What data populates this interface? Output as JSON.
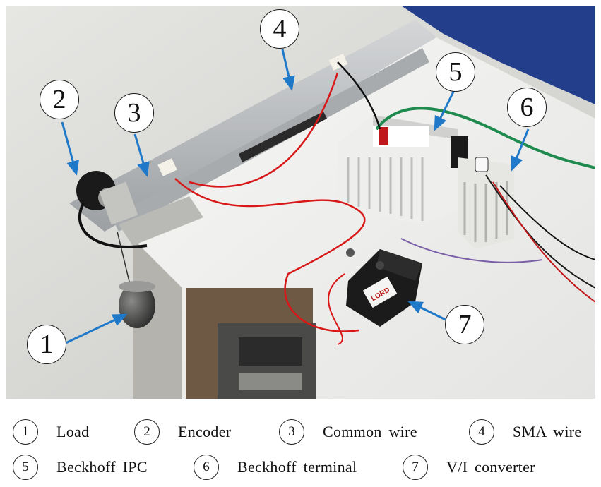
{
  "callouts": [
    {
      "num": "1"
    },
    {
      "num": "2"
    },
    {
      "num": "3"
    },
    {
      "num": "4"
    },
    {
      "num": "5"
    },
    {
      "num": "6"
    },
    {
      "num": "7"
    }
  ],
  "legend": [
    {
      "num": "1",
      "label": "Load"
    },
    {
      "num": "2",
      "label": "Encoder"
    },
    {
      "num": "3",
      "label": "Common wire"
    },
    {
      "num": "4",
      "label": "SMA wire"
    },
    {
      "num": "5",
      "label": "Beckhoff IPC"
    },
    {
      "num": "6",
      "label": "Beckhoff terminal"
    },
    {
      "num": "7",
      "label": "V/I converter"
    }
  ],
  "device_label": "LORD",
  "colors": {
    "arrow": "#1f78c8",
    "table": "#f2f2f0",
    "wall": "#d9d9d6",
    "rail": "#b9bcbf",
    "red_wire": "#d81818",
    "green_wire": "#1e8a4e",
    "blue_wall": "#1f3f8f"
  }
}
